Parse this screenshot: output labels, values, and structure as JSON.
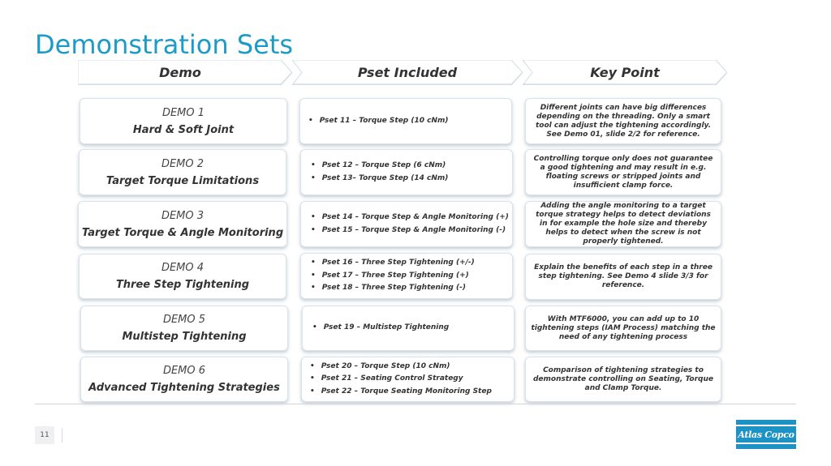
{
  "title": "Demonstration Sets",
  "columns": {
    "demo": "Demo",
    "pset": "Pset Included",
    "key": "Key Point"
  },
  "rows": [
    {
      "demo_num": "DEMO 1",
      "demo_name": "Hard & Soft Joint",
      "psets": [
        "Pset 11 – Torque Step (10 cNm)"
      ],
      "key_point": "Different joints can have big differences depending on the threading. Only a smart tool can adjust the tightening accordingly. See Demo 01, slide 2/2 for reference."
    },
    {
      "demo_num": "DEMO 2",
      "demo_name": "Target Torque Limitations",
      "psets": [
        "Pset 12 – Torque Step (6 cNm)",
        "Pset 13– Torque Step (14 cNm)"
      ],
      "key_point": "Controlling torque only does not guarantee a good tightening and may result in e.g. floating screws or stripped joints and insufficient clamp force."
    },
    {
      "demo_num": "DEMO 3",
      "demo_name": "Target Torque & Angle Monitoring",
      "psets": [
        "Pset 14 – Torque Step & Angle Monitoring (+)",
        "Pset 15 – Torque Step & Angle Monitoring (-)"
      ],
      "key_point": "Adding the angle monitoring to a target torque strategy helps to detect deviations in for example the hole size and thereby helps to detect when the screw is not properly tightened."
    },
    {
      "demo_num": "DEMO 4",
      "demo_name": "Three Step Tightening",
      "psets": [
        "Pset 16 – Three Step Tightening (+/-)",
        "Pset 17 – Three Step Tightening (+)",
        "Pset 18 – Three Step Tightening (-)"
      ],
      "key_point": "Explain the benefits of each step in a three step tightening. See Demo 4 slide 3/3 for reference."
    },
    {
      "demo_num": "DEMO 5",
      "demo_name": "Multistep Tightening",
      "psets": [
        "Pset 19 – Multistep Tightening"
      ],
      "key_point": "With MTF6000, you can add up to 10 tightening steps (IAM Process) matching the need of any tightening process"
    },
    {
      "demo_num": "DEMO 6",
      "demo_name": "Advanced Tightening Strategies",
      "psets": [
        "Pset 20 – Torque Step (10 cNm)",
        "Pset 21 – Seating Control Strategy",
        "Pset 22 – Torque Seating Monitoring Step"
      ],
      "key_point": "Comparison of tightening strategies to demonstrate controlling on Seating, Torque and Clamp Torque."
    }
  ],
  "footer": {
    "page_number": "11",
    "logo_text": "Atlas Copco"
  },
  "colors": {
    "accent": "#1d9bc7",
    "logo": "#1d92c4"
  }
}
